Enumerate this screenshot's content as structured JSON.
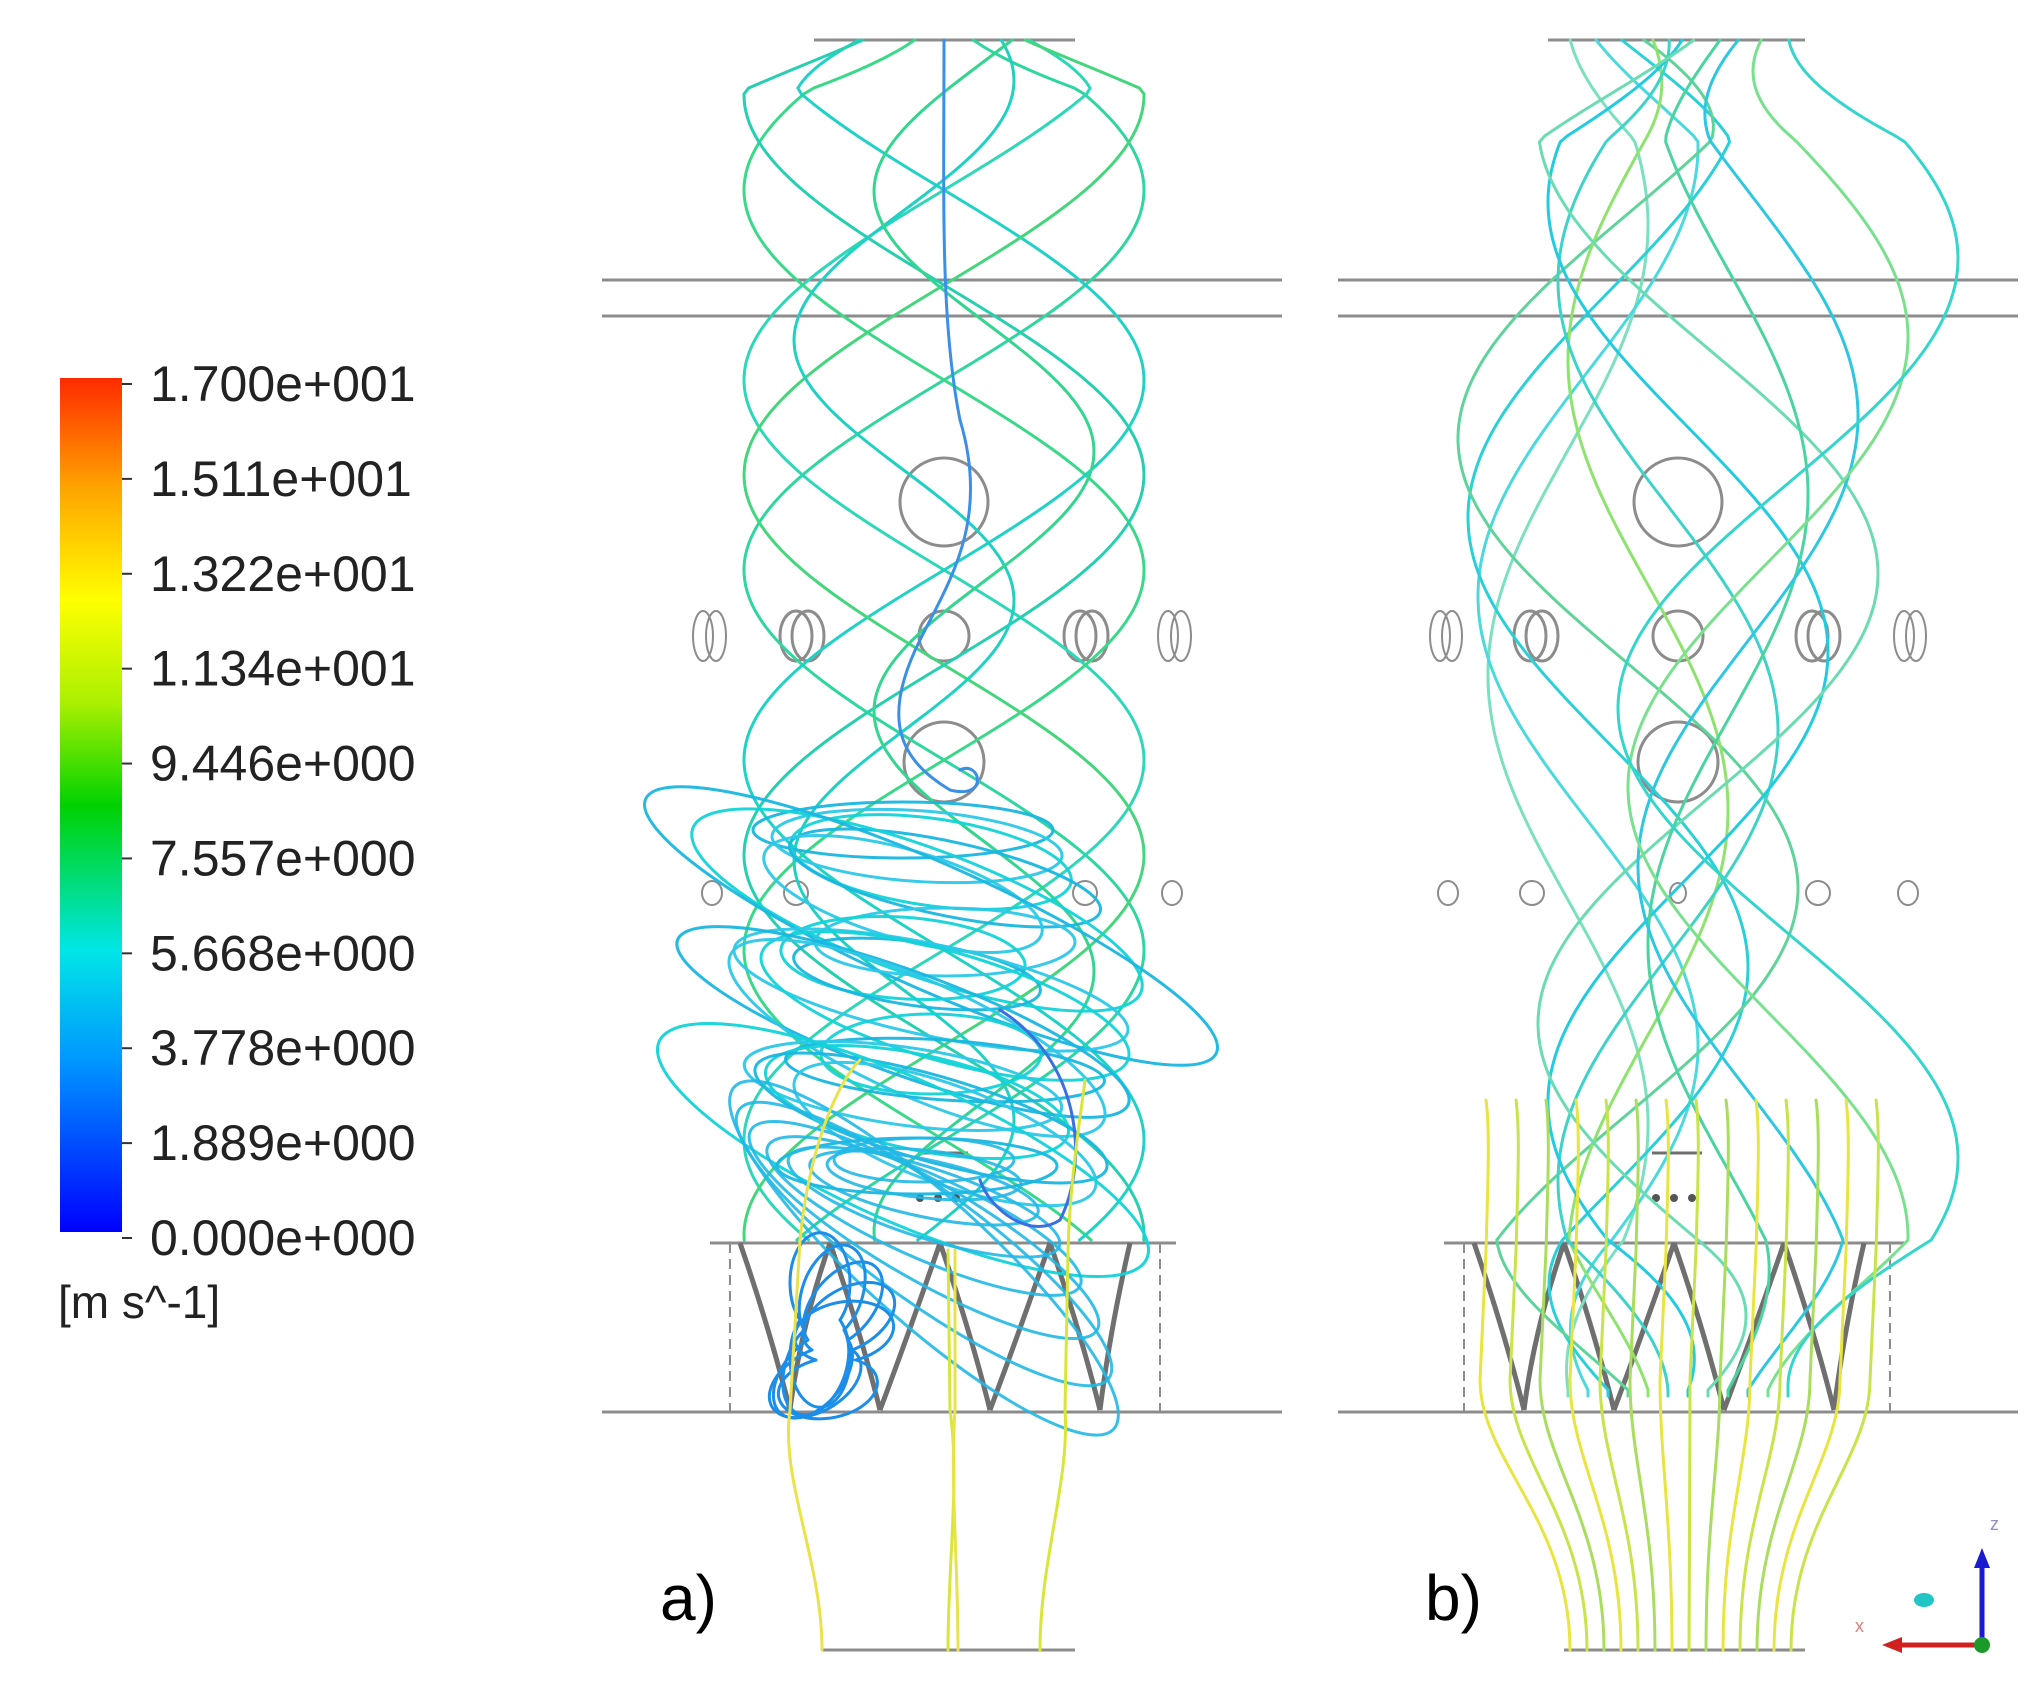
{
  "colorbar": {
    "ticks": [
      "1.700e+001",
      "1.511e+001",
      "1.322e+001",
      "1.134e+001",
      "9.446e+000",
      "7.557e+000",
      "5.668e+000",
      "3.778e+000",
      "1.889e+000",
      "0.000e+000"
    ],
    "unit": "[m s^-1]",
    "min": 0.0,
    "max": 17.0,
    "colors": [
      "#0000ff",
      "#0096ff",
      "#00e6e6",
      "#00d200",
      "#aaf000",
      "#ffff00",
      "#ffa500",
      "#ff2a00"
    ]
  },
  "panels": [
    {
      "id": "a",
      "label": "a)"
    },
    {
      "id": "b",
      "label": "b)"
    }
  ],
  "triad": {
    "x_label": "x",
    "z_label": "z"
  }
}
